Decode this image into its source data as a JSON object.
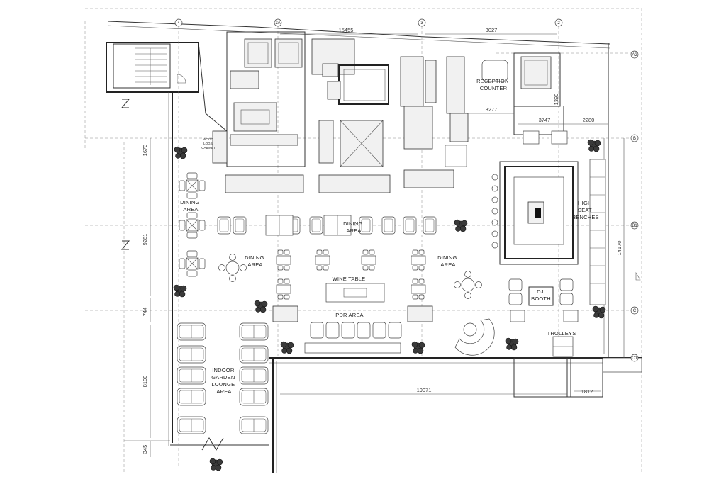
{
  "labels": {
    "reception": [
      "RECEPTION",
      "COUNTER"
    ],
    "dining_top_left": [
      "DINING",
      "AREA"
    ],
    "dining_center": [
      "DINING",
      "AREA"
    ],
    "dining_mid_left": [
      "DINING",
      "AREA"
    ],
    "dining_right": [
      "DINING",
      "AREA"
    ],
    "high_seat": [
      "HIGH",
      "SEAT",
      "BENCHES"
    ],
    "wine_table": "WINE TABLE",
    "pdr_area": "PDR AREA",
    "dj_booth": [
      "DJ",
      "BOOTH"
    ],
    "trolleys": "TROLLEYS",
    "lounge": [
      "INDOOR",
      "GARDEN",
      "LOUNGE",
      "AREA"
    ],
    "wood_logs": [
      "WOOD",
      "LOGS",
      "CABINET"
    ]
  },
  "dimensions": {
    "d15455": "15455",
    "d3027": "3027",
    "d3277": "3277",
    "d1390": "1390",
    "d3747": "3747",
    "d2280": "2280",
    "d1673": "1673",
    "d9281": "9281",
    "d744": "744",
    "d8100": "8100",
    "d345": "345",
    "d14170": "14170",
    "d19071": "19071",
    "d1812": "1812"
  },
  "grid_markers": {
    "g4": "4",
    "g3a": "3A",
    "g3": "3",
    "g2": "2",
    "ga2": "A2",
    "gb": "B",
    "gb1": "B1",
    "gc": "C",
    "gc1": "C1"
  }
}
